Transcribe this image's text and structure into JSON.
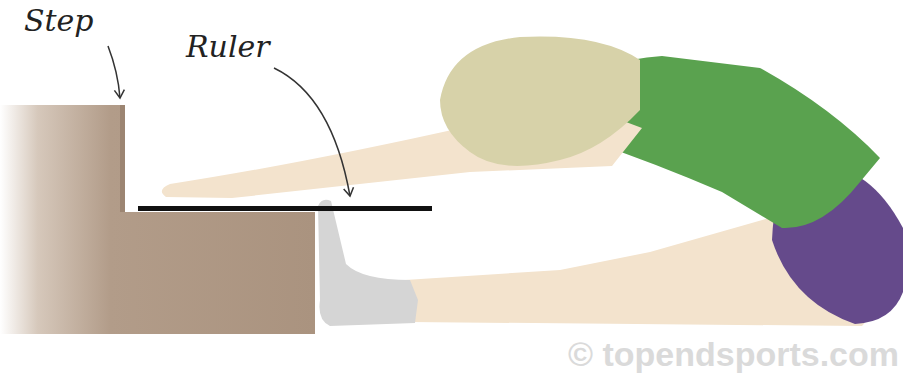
{
  "diagram": {
    "labels": [
      "Step",
      "Ruler",
      "© topendsports.com"
    ]
  }
}
